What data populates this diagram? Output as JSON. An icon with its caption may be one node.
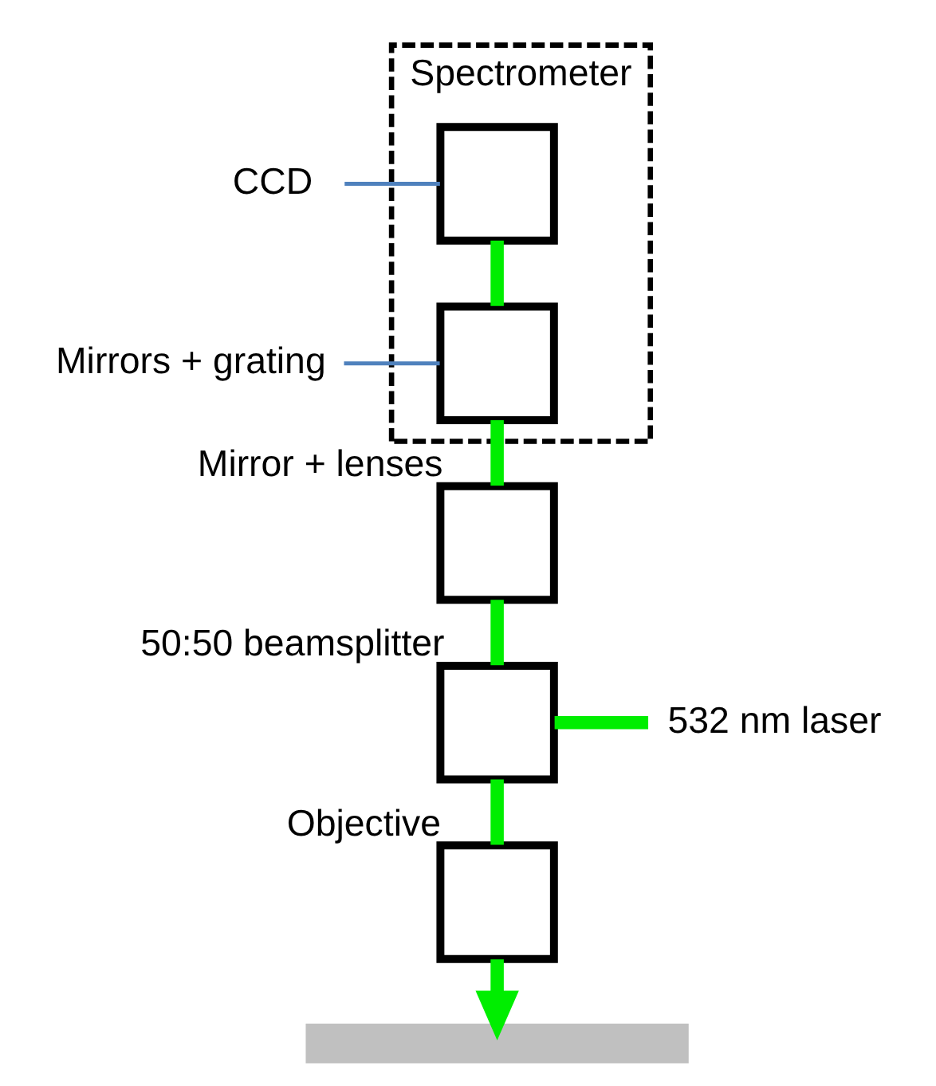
{
  "diagram": {
    "nodes": [
      {
        "text": [
          "Spectrometer"
        ]
      },
      {
        "text": [
          "CCD"
        ]
      },
      {
        "text": [],
        "shape": "box",
        "in": 0
      },
      {
        "text": [
          "Mirrors + grating"
        ]
      },
      {
        "text": [],
        "shape": "box",
        "in": 0
      },
      {
        "text": [],
        "shape": "box",
        "beside": [
          "Mirror + lenses"
        ]
      },
      {
        "text": [],
        "shape": "box",
        "beside": [
          "50:50 beamsplitter"
        ]
      },
      {
        "text": [
          "532 nm laser"
        ]
      },
      {
        "text": [],
        "shape": "box",
        "beside": [
          "Objective"
        ]
      },
      {
        "text": [],
        "shape": "bar"
      }
    ],
    "edges": [
      {
        "from": 1,
        "to": 2,
        "arrow": "none",
        "color": "#4f81bd"
      },
      {
        "from": 3,
        "to": 4,
        "arrow": "none",
        "color": "#4f81bd"
      },
      {
        "from": 2,
        "to": 4,
        "arrow": "none"
      },
      {
        "from": 4,
        "to": 5,
        "arrow": "none"
      },
      {
        "from": 5,
        "to": 6,
        "arrow": "none"
      },
      {
        "from": 6,
        "to": 7,
        "arrow": "none"
      },
      {
        "from": 6,
        "to": 8,
        "arrow": "none"
      },
      {
        "from": 8,
        "to": 9,
        "arrow": "to"
      }
    ]
  }
}
